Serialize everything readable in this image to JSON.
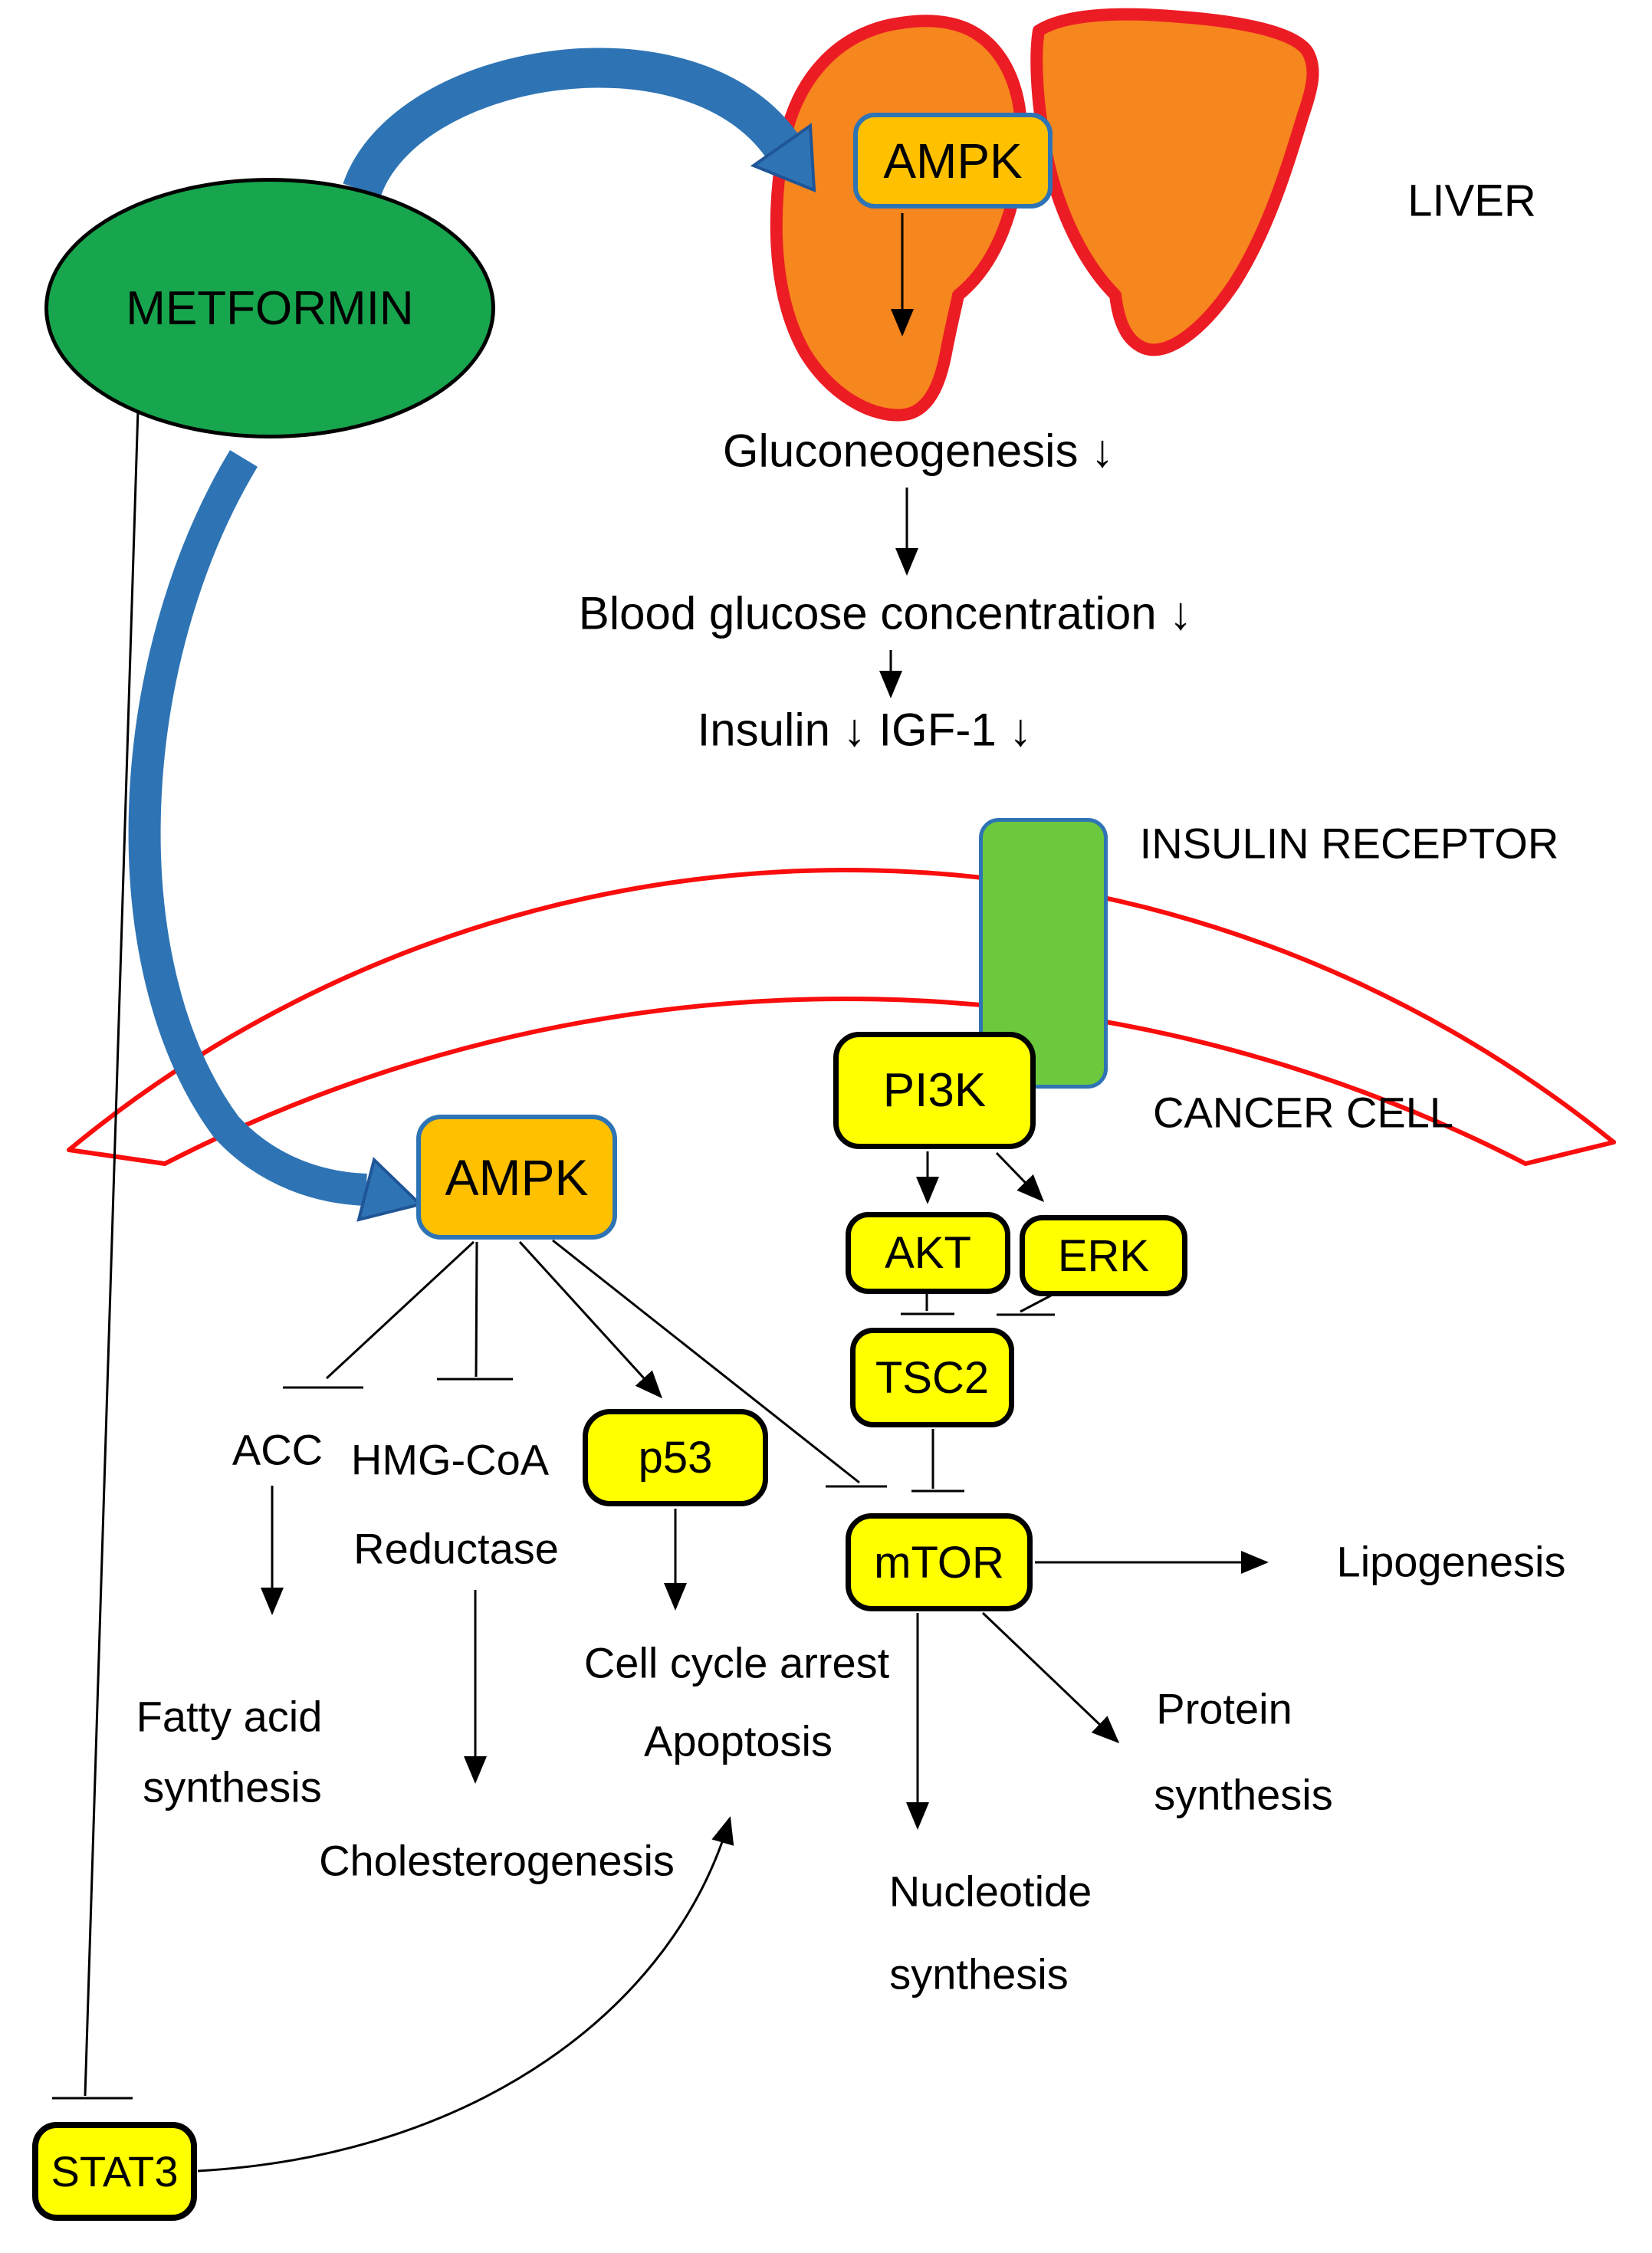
{
  "title": "Metformin anticancer mechanism pathway diagram",
  "nodes": {
    "metformin": {
      "label": "METFORMIN"
    },
    "ampk_liver": {
      "label": "AMPK"
    },
    "ampk_cell": {
      "label": "AMPK"
    },
    "pi3k": {
      "label": "PI3K"
    },
    "akt": {
      "label": "AKT"
    },
    "erk": {
      "label": "ERK"
    },
    "tsc2": {
      "label": "TSC2"
    },
    "mtor": {
      "label": "mTOR"
    },
    "p53": {
      "label": "p53"
    },
    "stat3": {
      "label": "STAT3"
    },
    "insulin_receptor": {
      "label": "INSULIN RECEPTOR"
    }
  },
  "labels": {
    "liver": "LIVER",
    "cancer_cell": "CANCER CELL"
  },
  "cascade": {
    "gluconeogenesis": "Gluconeogenesis ↓",
    "blood_glucose": "Blood glucose concentration ↓",
    "insulin_igf1": "Insulin ↓ IGF-1 ↓"
  },
  "targets": {
    "acc": "ACC",
    "hmg_line1": "HMG-CoA",
    "hmg_line2": "Reductase",
    "fatty_line1": "Fatty acid",
    "fatty_line2": "synthesis",
    "cholesterogenesis": "Cholesterogenesis",
    "cell_cycle_arrest": "Cell cycle arrest",
    "apoptosis": "Apoptosis",
    "lipogenesis": "Lipogenesis",
    "protein_line1": "Protein",
    "protein_line2": "synthesis",
    "nucleotide_line1": "Nucleotide",
    "nucleotide_line2": "synthesis"
  },
  "colors": {
    "green": "#17A64E",
    "orange": "#F6861E",
    "red": "#EC1C24",
    "memred": "#F90D0D",
    "yellow": "#FFFF00",
    "gold": "#FFC000",
    "recgreen": "#6CC83C",
    "blue": "#2E74B5",
    "blued": "#1F5597",
    "ink": "#000000",
    "paper": "#FFFFFF"
  }
}
